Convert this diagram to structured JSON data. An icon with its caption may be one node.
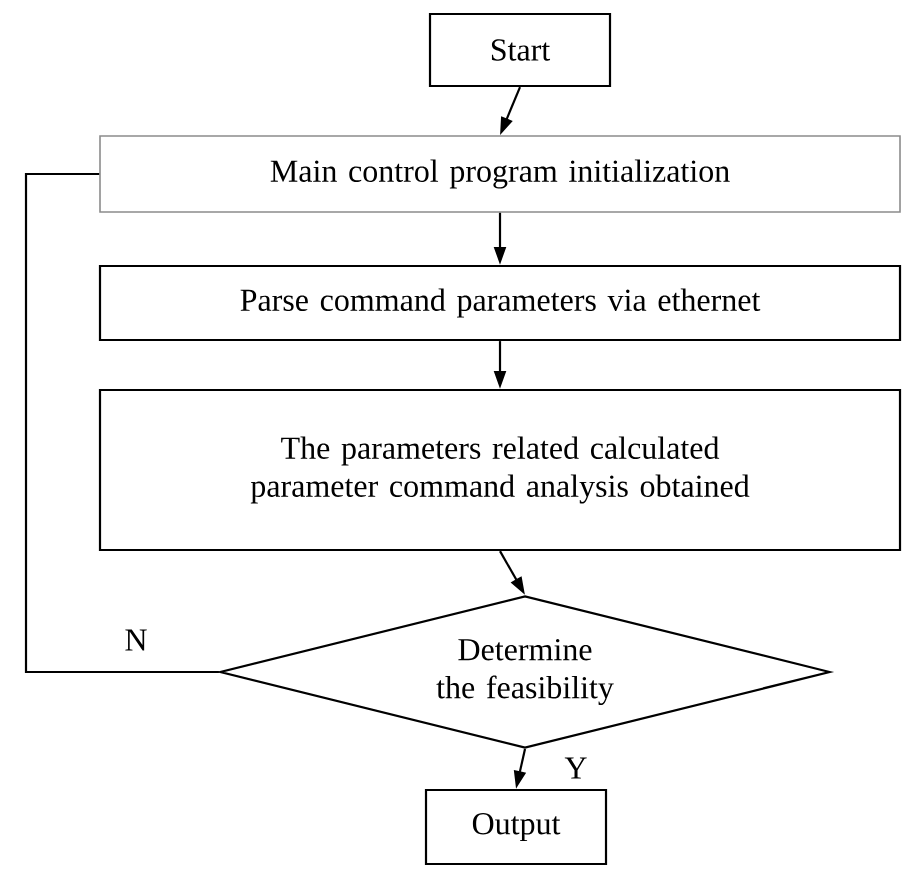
{
  "diagram": {
    "nodes": [
      {
        "text": [
          "Start"
        ]
      },
      {
        "text": [
          "Main control program initialization"
        ]
      },
      {
        "text": [
          "Parse command parameters via ethernet"
        ]
      },
      {
        "text": [
          "The parameters related calculated parameter command analysis obtained"
        ]
      },
      {
        "text": [
          "Determine the feasibility"
        ]
      },
      {
        "text": [
          "Output"
        ]
      }
    ],
    "edges": [
      {
        "from": 0,
        "to": 1,
        "arrow": "to"
      },
      {
        "from": 1,
        "to": 2,
        "arrow": "to"
      },
      {
        "from": 2,
        "to": 3,
        "arrow": "to"
      },
      {
        "from": 3,
        "to": 4,
        "arrow": "to"
      },
      {
        "from": 4,
        "to": 5,
        "arrow": "to",
        "label": "Y"
      },
      {
        "from": 4,
        "to": 1,
        "arrow": "none",
        "label": "N"
      }
    ]
  }
}
